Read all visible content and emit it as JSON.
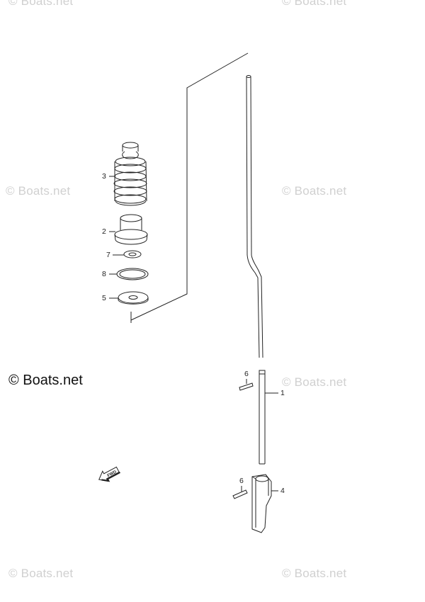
{
  "watermarks": {
    "text": "© Boats.net",
    "main": "© Boats.net"
  },
  "callouts": {
    "c1": "1",
    "c2": "2",
    "c3": "3",
    "c4": "4",
    "c5": "5",
    "c6a": "6",
    "c6b": "6",
    "c7": "7",
    "c8": "8"
  },
  "fwd_label": "FWD",
  "colors": {
    "line": "#222222",
    "watermark": "#d0d0d0"
  }
}
